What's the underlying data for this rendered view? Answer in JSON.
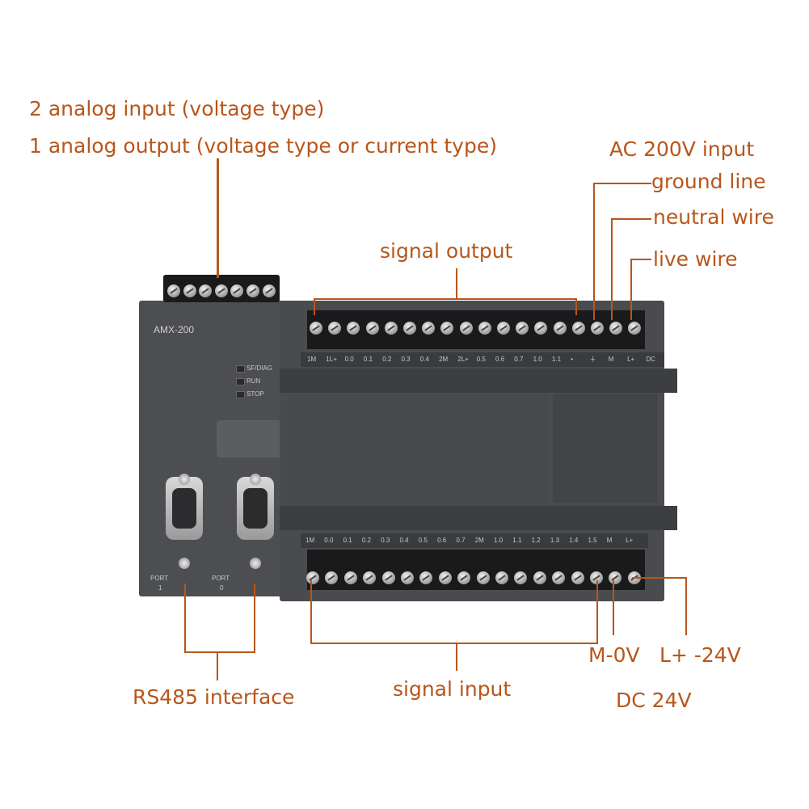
{
  "labels": {
    "analog_line1": "2 analog input (voltage type)",
    "analog_line2": "1 analog output (voltage type or current type)",
    "ac_input": "AC 200V input",
    "ground": "ground line",
    "neutral": "neutral wire",
    "live": "live wire",
    "signal_output": "signal output",
    "rs485": "RS485 interface",
    "signal_input": "signal input",
    "m0v": "M-0V",
    "l24": "L+ -24V",
    "dc24": "DC 24V"
  },
  "device": {
    "model": "AMX-200",
    "leds": [
      "SF/DIAG",
      "RUN",
      "STOP"
    ],
    "port1_title": "PORT",
    "port1_num": "1",
    "port0_title": "PORT",
    "port0_num": "0",
    "top_terminals": [
      "1M",
      "1L+",
      "0.0",
      "0.1",
      "0.2",
      "0.3",
      "0.4",
      "2M",
      "2L+",
      "0.5",
      "0.6",
      "0.7",
      "1.0",
      "1.1",
      "•",
      "⏚",
      "M",
      "L+",
      "DC"
    ],
    "bottom_terminals": [
      "1M",
      "0.0",
      "0.1",
      "0.2",
      "0.3",
      "0.4",
      "0.5",
      "0.6",
      "0.7",
      "2M",
      "1.0",
      "1.1",
      "1.2",
      "1.3",
      "1.4",
      "1.5",
      "M",
      "L+"
    ]
  },
  "colors": {
    "accent": "#b8561b",
    "body": "#4a4b4e",
    "terminal": "#1a1a1b"
  }
}
